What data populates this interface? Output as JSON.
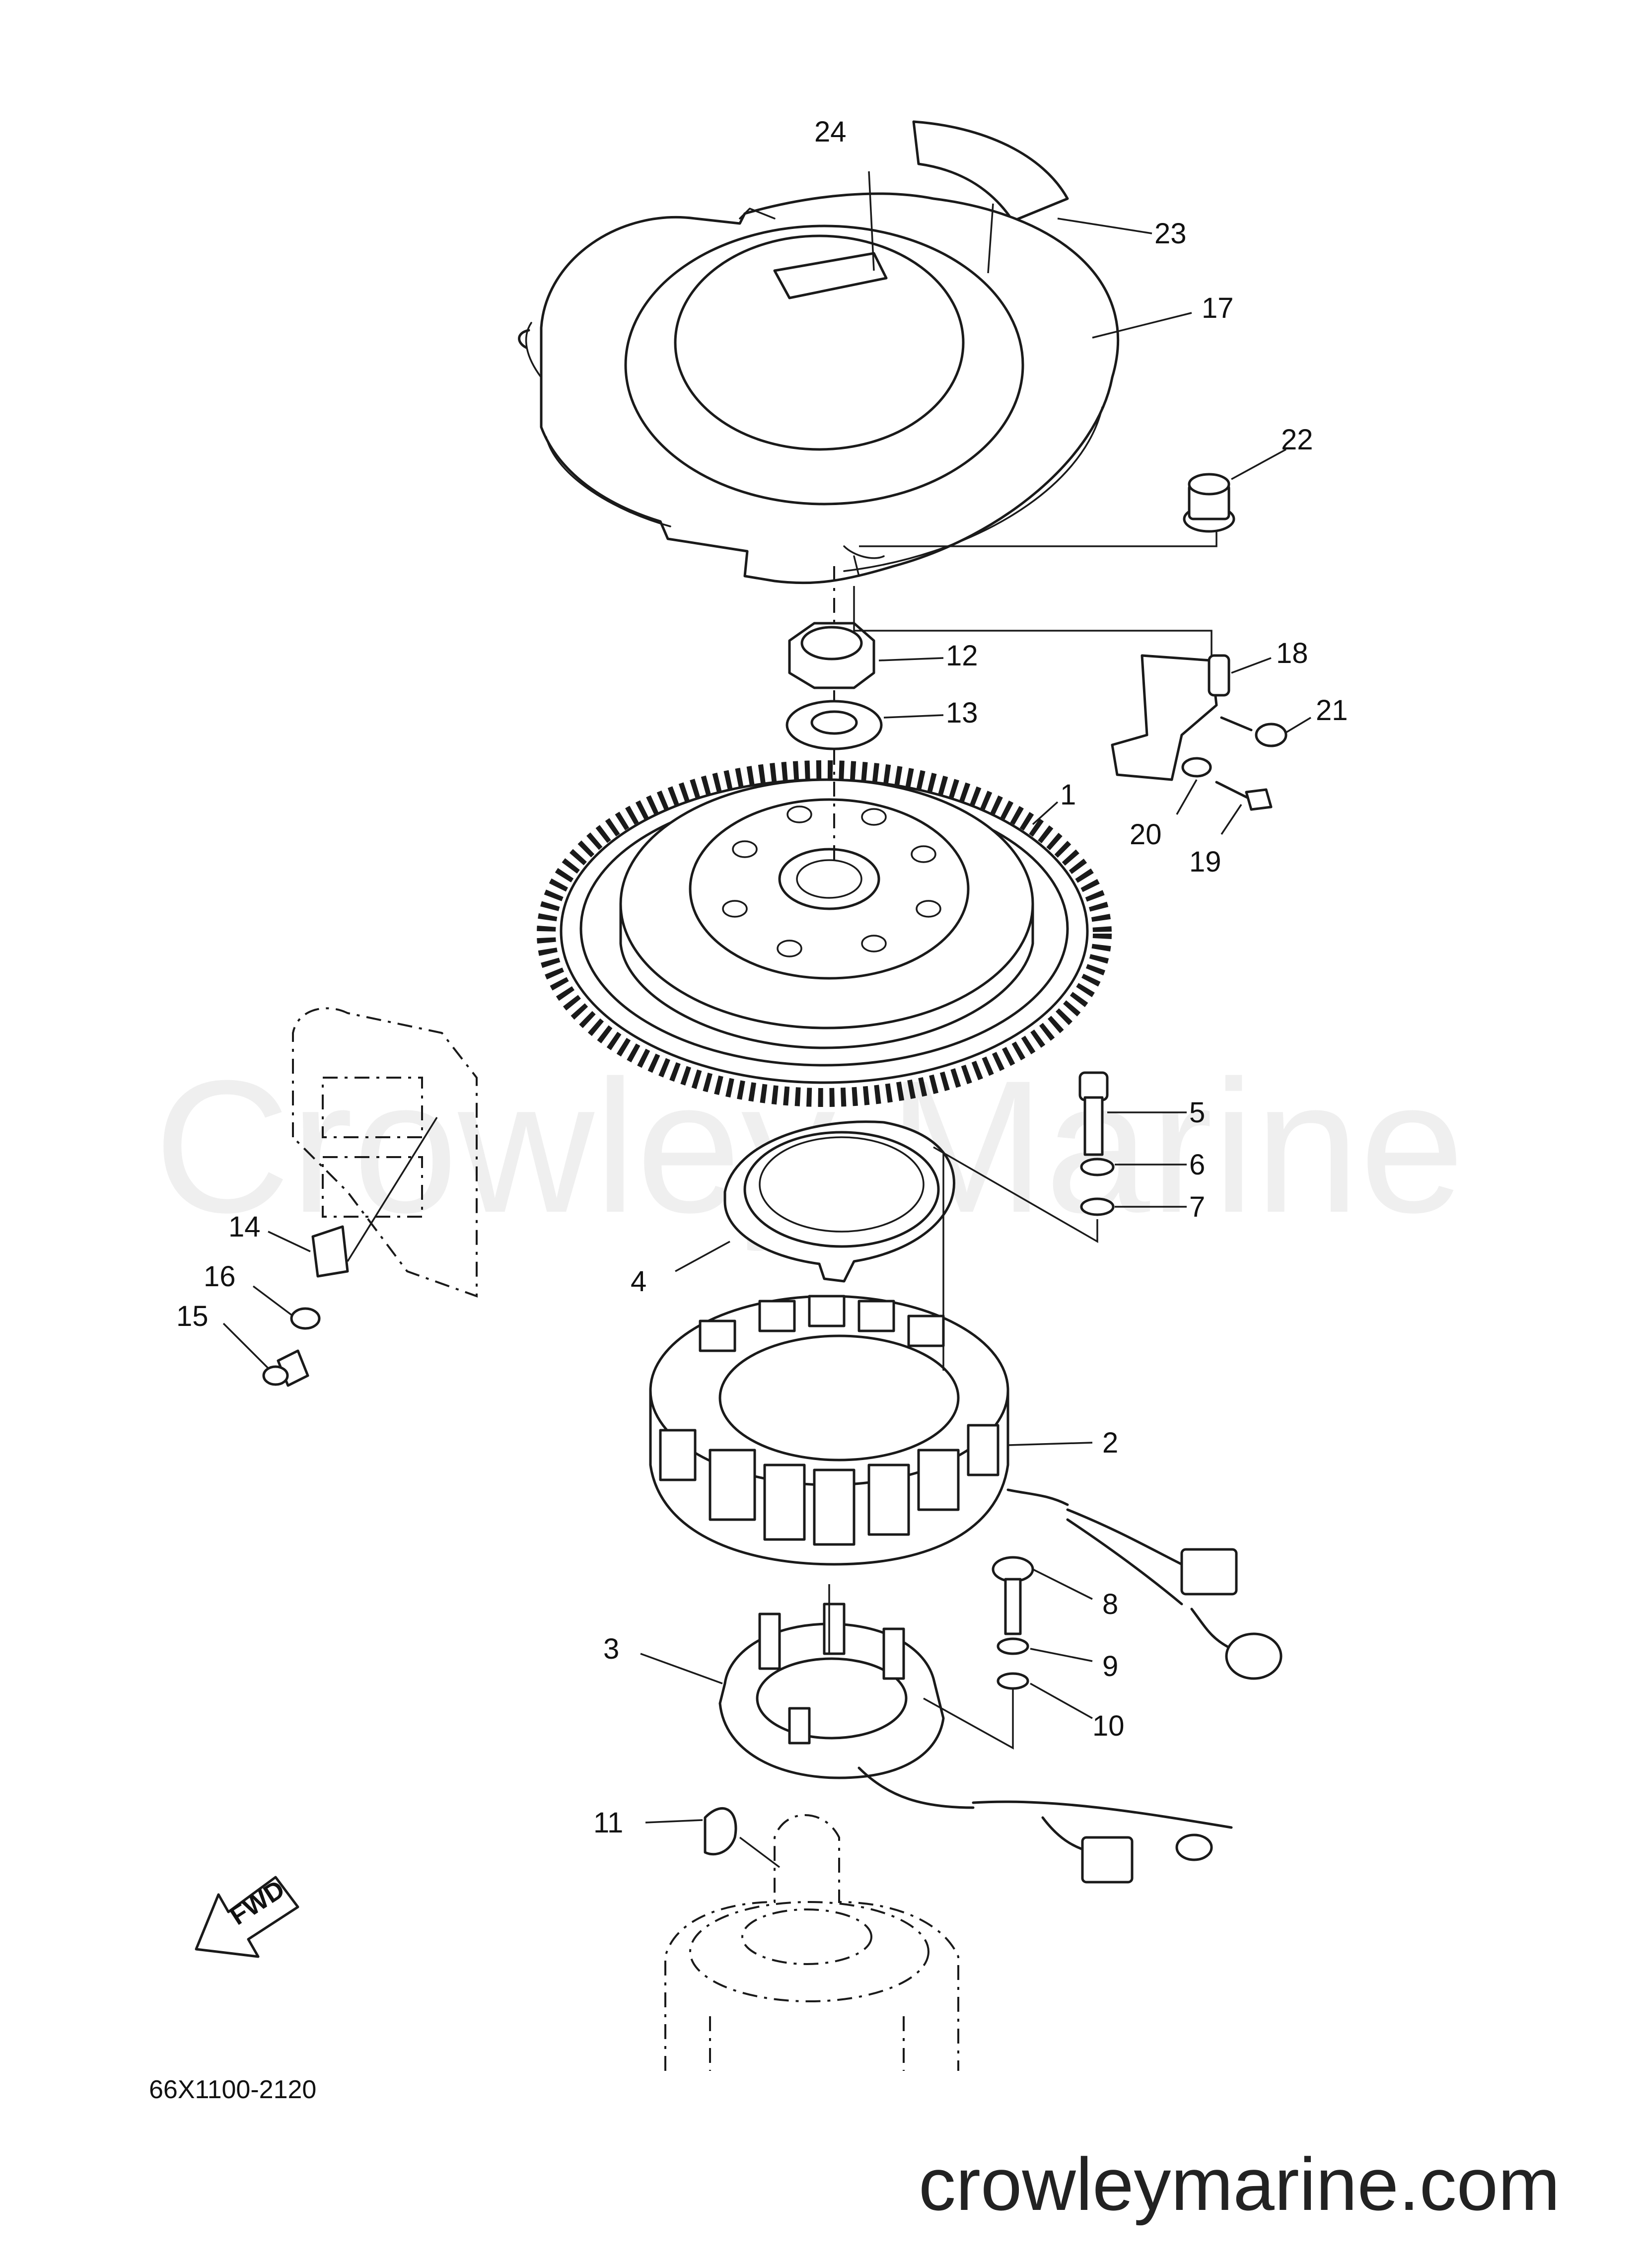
{
  "watermark": "Crowley Marine",
  "diagram_code": "66X1100-2120",
  "fwd_label": "FWD",
  "site_url": "crowleymarine.com",
  "callouts": [
    "1",
    "2",
    "3",
    "4",
    "5",
    "6",
    "7",
    "8",
    "9",
    "10",
    "11",
    "12",
    "13",
    "14",
    "15",
    "16",
    "17",
    "18",
    "19",
    "20",
    "21",
    "22",
    "23",
    "24"
  ]
}
